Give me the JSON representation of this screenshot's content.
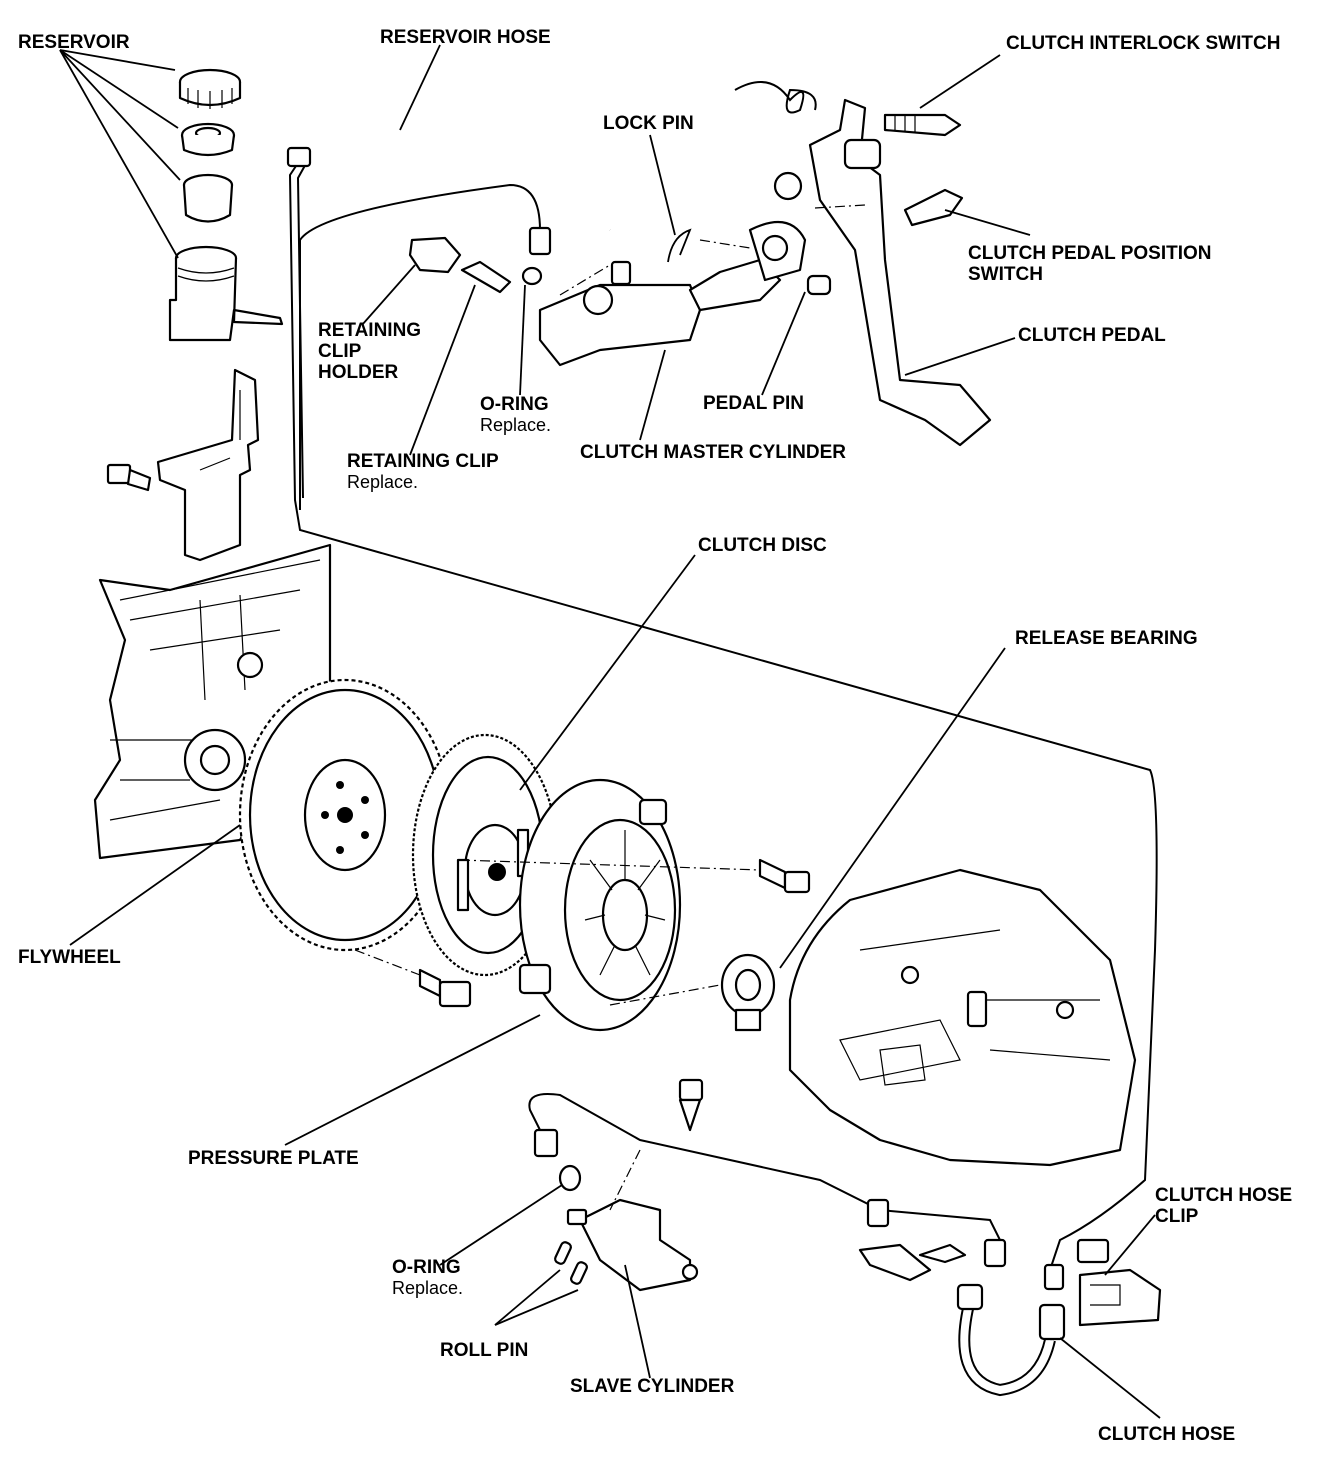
{
  "labels": {
    "reservoir": "RESERVOIR",
    "reservoir_hose": "RESERVOIR HOSE",
    "clutch_interlock_switch": "CLUTCH INTERLOCK SWITCH",
    "lock_pin": "LOCK PIN",
    "clutch_pedal_position_switch_1": "CLUTCH PEDAL POSITION",
    "clutch_pedal_position_switch_2": "SWITCH",
    "clutch_pedal": "CLUTCH PEDAL",
    "retaining_clip_holder_1": "RETAINING",
    "retaining_clip_holder_2": "CLIP",
    "retaining_clip_holder_3": "HOLDER",
    "o_ring_top": "O-RING",
    "o_ring_top_note": "Replace.",
    "pedal_pin": "PEDAL PIN",
    "retaining_clip": "RETAINING CLIP",
    "retaining_clip_note": "Replace.",
    "clutch_master_cylinder": "CLUTCH MASTER CYLINDER",
    "clutch_disc": "CLUTCH DISC",
    "release_bearing": "RELEASE BEARING",
    "flywheel": "FLYWHEEL",
    "pressure_plate": "PRESSURE PLATE",
    "clutch_hose_clip_1": "CLUTCH HOSE",
    "clutch_hose_clip_2": "CLIP",
    "o_ring_bottom": "O-RING",
    "o_ring_bottom_note": "Replace.",
    "roll_pin": "ROLL PIN",
    "slave_cylinder": "SLAVE CYLINDER",
    "clutch_hose": "CLUTCH HOSE"
  }
}
